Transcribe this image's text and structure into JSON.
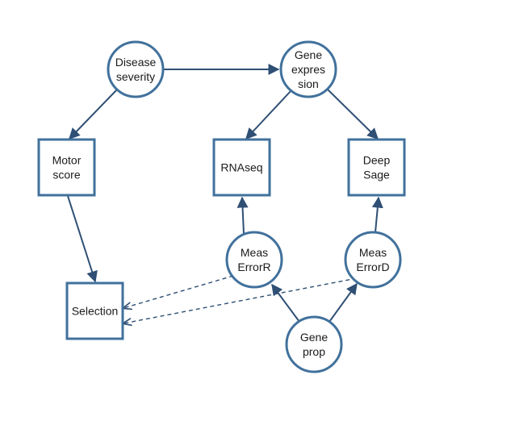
{
  "nodes": {
    "disease_severity": {
      "lines": [
        "Disease",
        "severity"
      ],
      "shape": "circle"
    },
    "gene_expression": {
      "lines": [
        "Gene",
        "expres",
        "sion"
      ],
      "shape": "circle"
    },
    "motor_score": {
      "lines": [
        "Motor",
        "score"
      ],
      "shape": "box"
    },
    "rnaseq": {
      "lines": [
        "RNAseq"
      ],
      "shape": "box"
    },
    "deep_sage": {
      "lines": [
        "Deep",
        "Sage"
      ],
      "shape": "box"
    },
    "meas_error_r": {
      "lines": [
        "Meas",
        "ErrorR"
      ],
      "shape": "circle"
    },
    "meas_error_d": {
      "lines": [
        "Meas",
        "ErrorD"
      ],
      "shape": "circle"
    },
    "selection": {
      "lines": [
        "Selection"
      ],
      "shape": "box"
    },
    "gene_prop": {
      "lines": [
        "Gene",
        "prop"
      ],
      "shape": "circle"
    }
  },
  "edges": [
    {
      "from": "disease_severity",
      "to": "gene_expression",
      "style": "solid"
    },
    {
      "from": "disease_severity",
      "to": "motor_score",
      "style": "solid"
    },
    {
      "from": "gene_expression",
      "to": "rnaseq",
      "style": "solid"
    },
    {
      "from": "gene_expression",
      "to": "deep_sage",
      "style": "solid"
    },
    {
      "from": "motor_score",
      "to": "selection",
      "style": "solid"
    },
    {
      "from": "meas_error_r",
      "to": "rnaseq",
      "style": "solid"
    },
    {
      "from": "meas_error_d",
      "to": "deep_sage",
      "style": "solid"
    },
    {
      "from": "gene_prop",
      "to": "meas_error_r",
      "style": "solid"
    },
    {
      "from": "gene_prop",
      "to": "meas_error_d",
      "style": "solid"
    },
    {
      "from": "meas_error_r",
      "to": "selection",
      "style": "dashed"
    },
    {
      "from": "meas_error_d",
      "to": "selection",
      "style": "dashed"
    }
  ],
  "colors": {
    "node_stroke": "#41719c",
    "edge": "#2f4f74",
    "text": "#1a1a1a"
  }
}
